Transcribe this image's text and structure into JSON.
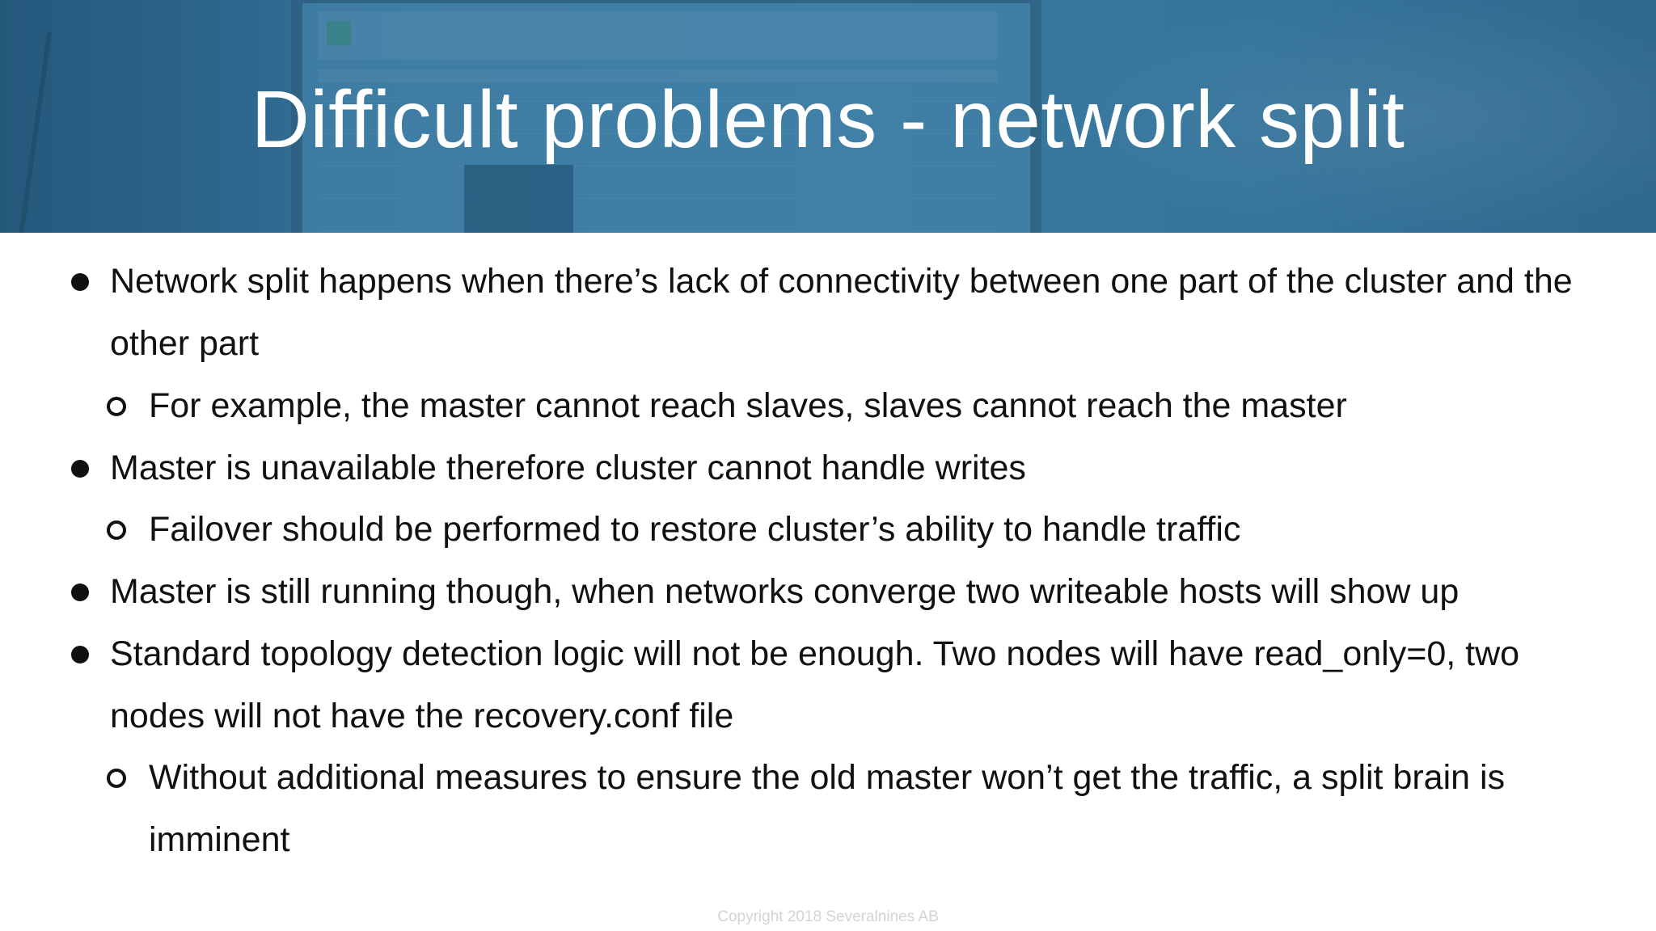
{
  "header": {
    "title": "Difficult problems - network split"
  },
  "bullets": [
    {
      "level": 1,
      "text": "Network split happens when there’s lack of connectivity between one part of the cluster and the other part"
    },
    {
      "level": 2,
      "text": "For example, the master cannot reach slaves, slaves cannot reach the master"
    },
    {
      "level": 1,
      "text": "Master is unavailable therefore cluster cannot handle writes"
    },
    {
      "level": 2,
      "text": "Failover should be performed to restore cluster’s ability to handle traffic"
    },
    {
      "level": 1,
      "text": "Master is still running though, when networks converge two writeable hosts will show up"
    },
    {
      "level": 1,
      "text": "Standard topology detection logic will not be enough. Two nodes will have read_only=0, two nodes will not have the recovery.conf file"
    },
    {
      "level": 2,
      "text": "Without additional measures to ensure the old master won’t get the traffic, a split brain is imminent"
    }
  ],
  "footer": {
    "copyright": "Copyright 2018 Severalnines AB"
  }
}
